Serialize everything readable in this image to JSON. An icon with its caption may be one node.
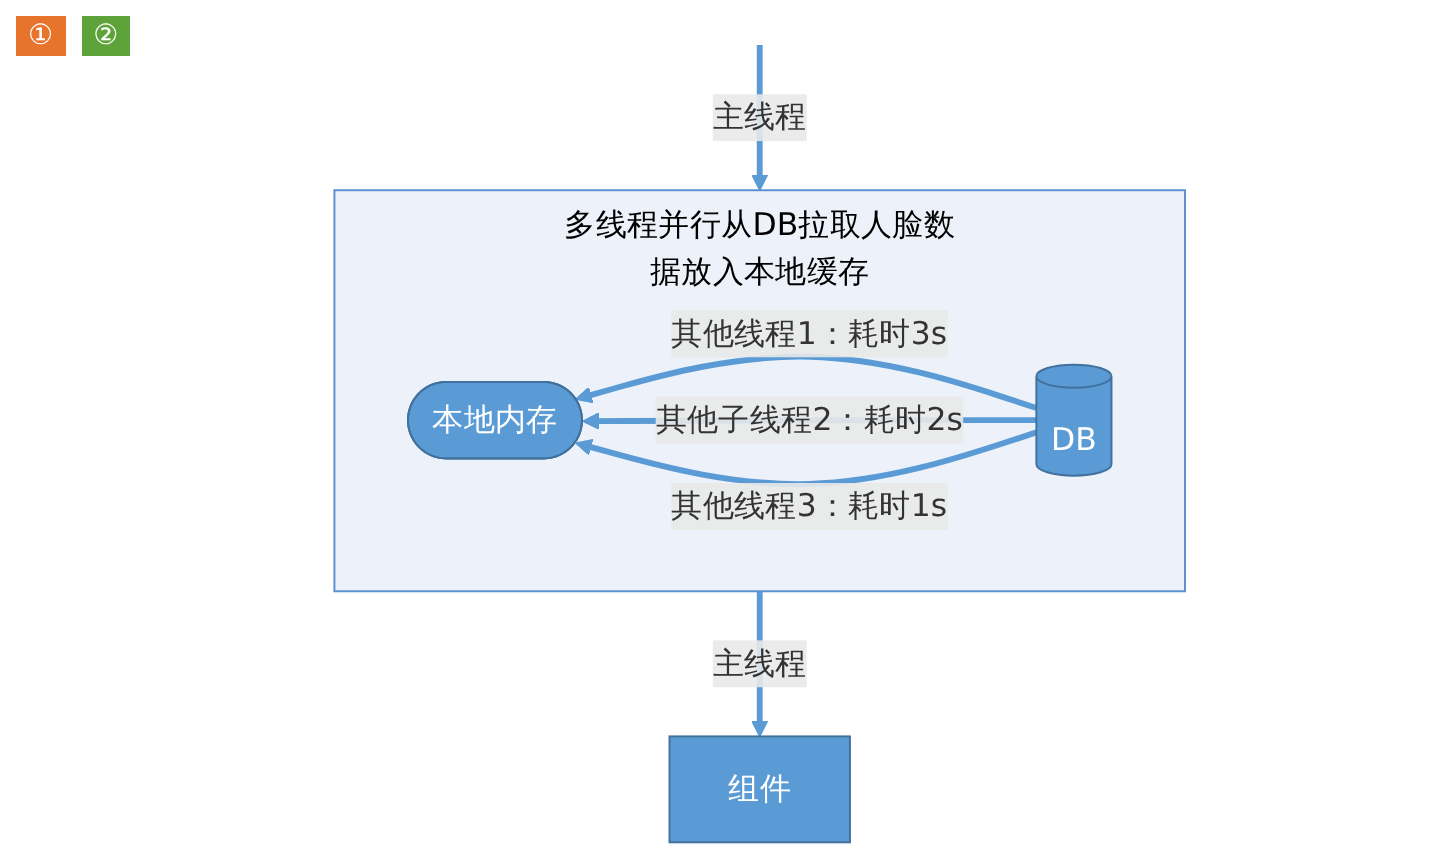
{
  "diagram": {
    "nodes": [
      {
        "text": [
          "多线程并行从DB拉取人脸数据放入本地缓存"
        ]
      },
      {
        "text": [
          "本地内存"
        ],
        "in": 0
      },
      {
        "text": [
          "DB"
        ],
        "in": 0
      },
      {
        "text": [
          "组件"
        ]
      }
    ],
    "edges": [
      {
        "from": null,
        "to": 0,
        "label": "主线程",
        "arrow": "to"
      },
      {
        "from": 2,
        "to": 1,
        "label": "其他线程1：耗时3s",
        "arrow": "to"
      },
      {
        "from": 2,
        "to": 1,
        "label": "其他子线程2：耗时2s",
        "arrow": "to"
      },
      {
        "from": 2,
        "to": 1,
        "label": "其他线程3：耗时1s",
        "arrow": "to"
      },
      {
        "from": 0,
        "to": 3,
        "label": "主线程",
        "arrow": "to"
      }
    ],
    "labels": [
      "①",
      "②"
    ]
  }
}
